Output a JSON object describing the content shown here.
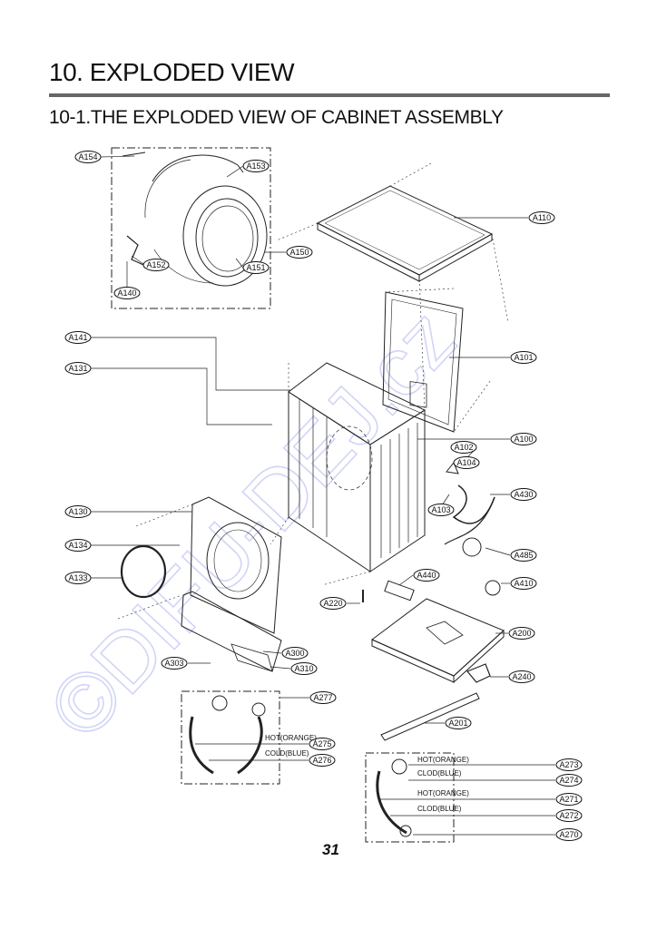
{
  "page": {
    "heading": "10. EXPLODED VIEW",
    "subheading": "10-1.THE EXPLODED VIEW OF CABINET ASSEMBLY",
    "page_number": "31",
    "watermark": "©DIFU-DEJ.cz"
  },
  "diagram": {
    "part_labels": [
      "A154",
      "A153",
      "A150",
      "A152",
      "A151",
      "A140",
      "A110",
      "A101",
      "A141",
      "A131",
      "A100",
      "A102",
      "A104",
      "A430",
      "A103",
      "A485",
      "A130",
      "A134",
      "A133",
      "A440",
      "A410",
      "A220",
      "A200",
      "A300",
      "A303",
      "A310",
      "A240",
      "A277",
      "A201",
      "A275",
      "A276",
      "A273",
      "A274",
      "A271",
      "A272",
      "A270"
    ],
    "notes": {
      "hot_orange_1": "HOT(ORANGE)",
      "cold_blue_1": "COLD(BLUE)",
      "hot_orange_2": "HOT(ORANGE)",
      "clod_blue_2": "CLOD(BLUE)",
      "hot_orange_3": "HOT(ORANGE)",
      "clod_blue_3": "CLOD(BLUE)"
    }
  }
}
